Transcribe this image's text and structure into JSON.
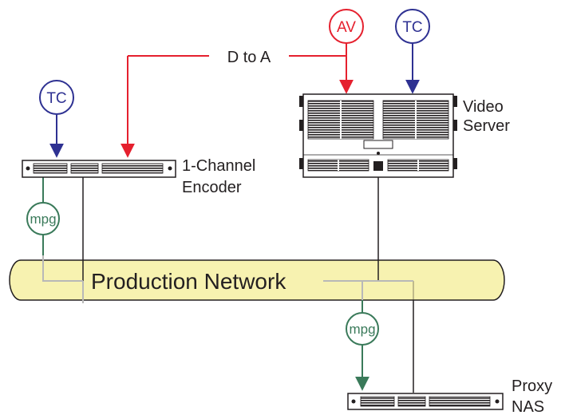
{
  "nodes": {
    "av": {
      "label": "AV",
      "color": "#e5202e"
    },
    "tc_server": {
      "label": "TC",
      "color": "#2e3192"
    },
    "tc_encoder": {
      "label": "TC",
      "color": "#2e3192"
    },
    "mpg_encoder": {
      "label": "mpg",
      "color": "#3a7a5a"
    },
    "mpg_proxy": {
      "label": "mpg",
      "color": "#3a7a5a"
    }
  },
  "labels": {
    "d_to_a": "D to A",
    "video_server_1": "Video",
    "video_server_2": "Server",
    "encoder_1": "1-Channel",
    "encoder_2": "Encoder",
    "network": "Production Network",
    "proxy_1": "Proxy",
    "proxy_2": "NAS"
  },
  "colors": {
    "network_fill": "#f7f2b0",
    "device_fill": "#ffffff",
    "device_stroke": "#231f20"
  }
}
